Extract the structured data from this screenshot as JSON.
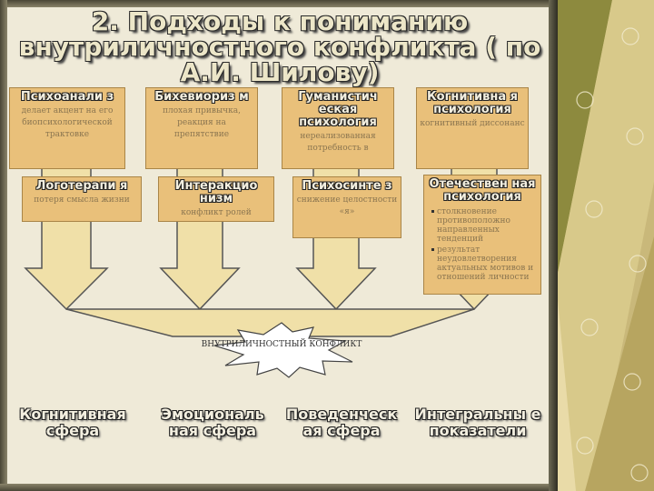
{
  "title": "2. Подходы к пониманию внутриличностного конфликта ( по А.И. Шилову)",
  "top_row": [
    {
      "head": "Психоанали з",
      "desc": "делает акцент на его биопсихологической трактовке"
    },
    {
      "head": "Бихевиориз м",
      "desc": "плохая привычка, реакция на препятствие"
    },
    {
      "head": "Гуманистич еская психология",
      "desc": "нереализованная потребность в"
    },
    {
      "head": "Когнитивна я психология",
      "desc": "когнитивный диссонанс"
    }
  ],
  "second_row": [
    {
      "head": "Логотерапи я",
      "desc": "потеря смысла жизни"
    },
    {
      "head": "Интеракцио низм",
      "desc": "конфликт ролей"
    },
    {
      "head": "Психосинте з",
      "desc": "снижение целостности «я»"
    },
    {
      "head": "Отечествен ная психология",
      "bullets": [
        "столкновение противоположно направленных тенденций",
        "результат неудовлетворения актуальных мотивов и отношений личности"
      ]
    }
  ],
  "center": "ВНУТРИЛИЧНОСТНЫЙ КОНФЛИКТ",
  "bottom_labels": [
    "Когнитивная сфера",
    "Эмоциональ ная сфера",
    "Поведенческ ая сфера",
    "Интегральны е показатели"
  ],
  "colors": {
    "box_fill": "#e9c07a",
    "arrow_fill": "#f0e0a8",
    "background": "#efead8"
  }
}
